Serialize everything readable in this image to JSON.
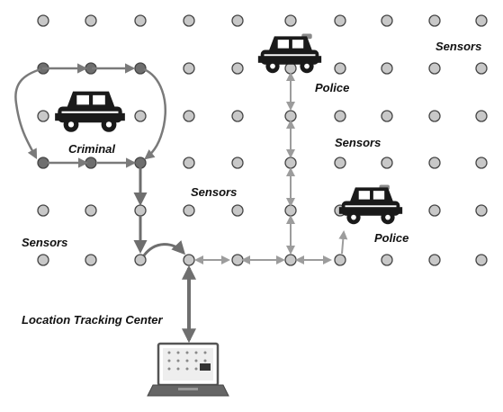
{
  "labels": {
    "sensors_top_right": "Sensors",
    "sensors_middle_right": "Sensors",
    "sensors_center": "Sensors",
    "sensors_left": "Sensors",
    "criminal": "Criminal",
    "police_top": "Police",
    "police_right": "Police",
    "tracking_center": "Location Tracking Center"
  },
  "icons": {
    "criminal_vehicle": "vintage-car-icon",
    "police_vehicle_top": "police-car-icon",
    "police_vehicle_right": "police-car-icon",
    "tracking_computer": "laptop-icon"
  },
  "colors": {
    "sensor_fill": "#c8c8c8",
    "sensor_stroke": "#444444",
    "criminal_path": "#7a7a7a",
    "criminal_route": "#6e6e6e",
    "relay_link": "#9c9c9c",
    "tracking_link": "#6f6f6f",
    "vehicle_body": "#1a1a1a"
  },
  "grid": {
    "columns": 10,
    "rows": 6
  }
}
